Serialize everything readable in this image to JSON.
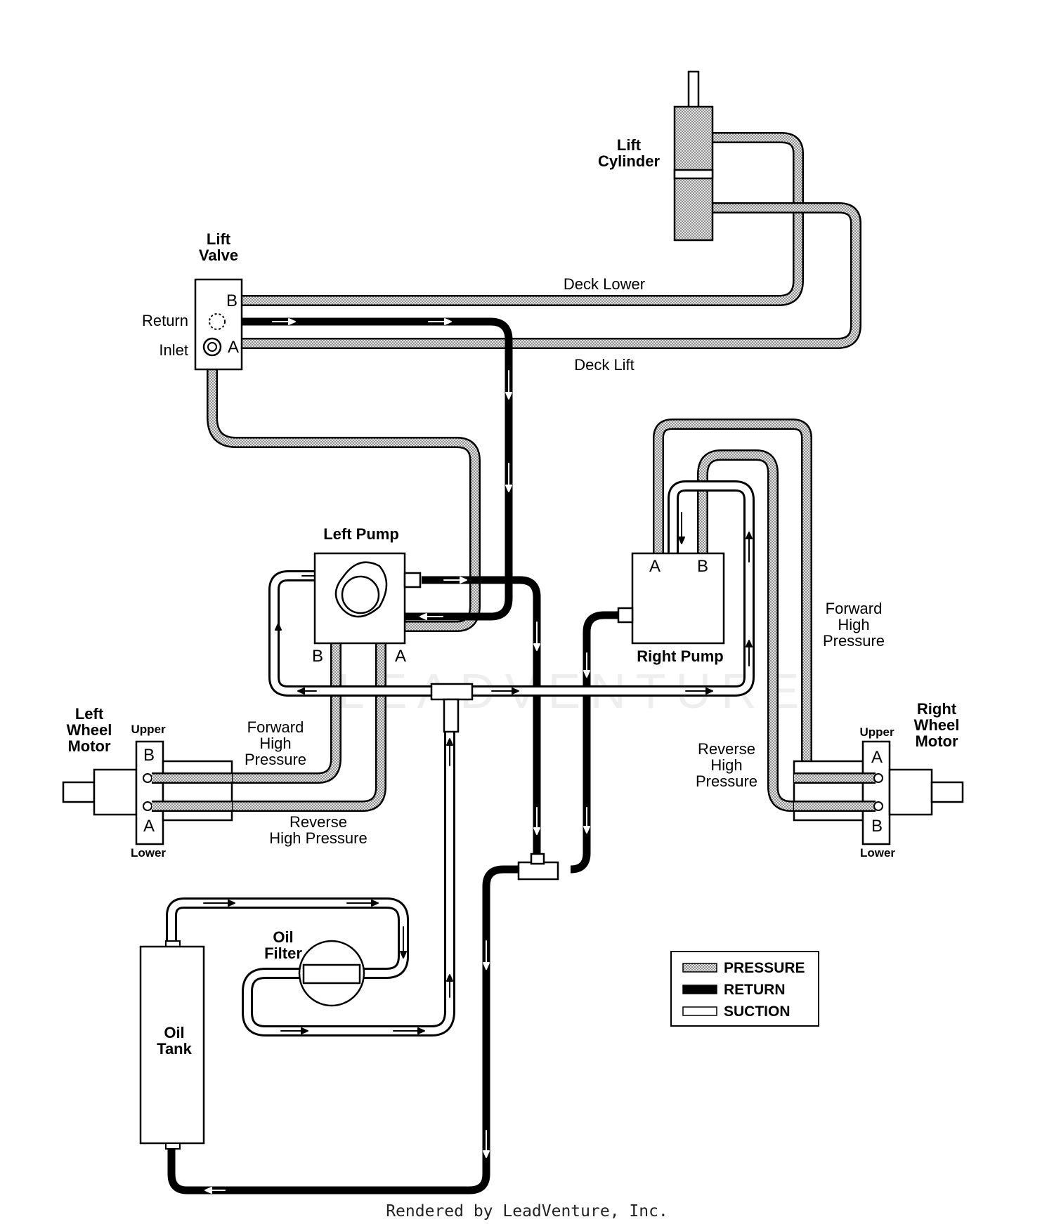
{
  "components": {
    "lift_cylinder": "Lift\nCylinder",
    "lift_valve": "Lift\nValve",
    "left_pump": "Left Pump",
    "right_pump": "Right Pump",
    "left_wheel_motor": "Left\nWheel\nMotor",
    "right_wheel_motor": "Right\nWheel\nMotor",
    "oil_filter": "Oil\nFilter",
    "oil_tank": "Oil\nTank"
  },
  "lines": {
    "deck_lower": "Deck Lower",
    "deck_lift": "Deck Lift",
    "return": "Return",
    "inlet": "Inlet",
    "left_forward": "Forward\nHigh\nPressure",
    "left_reverse": "Reverse\nHigh Pressure",
    "right_forward": "Forward\nHigh\nPressure",
    "right_reverse": "Reverse\nHigh\nPressure"
  },
  "ports": {
    "valve_b": "B",
    "valve_a": "A",
    "left_pump_b": "B",
    "left_pump_a": "A",
    "right_pump_a": "A",
    "right_pump_b": "B",
    "left_motor_b": "B",
    "left_motor_a": "A",
    "right_motor_a": "A",
    "right_motor_b": "B",
    "upper": "Upper",
    "lower": "Lower"
  },
  "legend": {
    "pressure": "PRESSURE",
    "return": "RETURN",
    "suction": "SUCTION"
  },
  "watermark": "LEADVENTURE",
  "footer": "Rendered by LeadVenture, Inc.",
  "colors": {
    "return_line": "#000000",
    "pressure_fill": "#c8c8c8",
    "outline": "#000000",
    "background": "#ffffff"
  }
}
